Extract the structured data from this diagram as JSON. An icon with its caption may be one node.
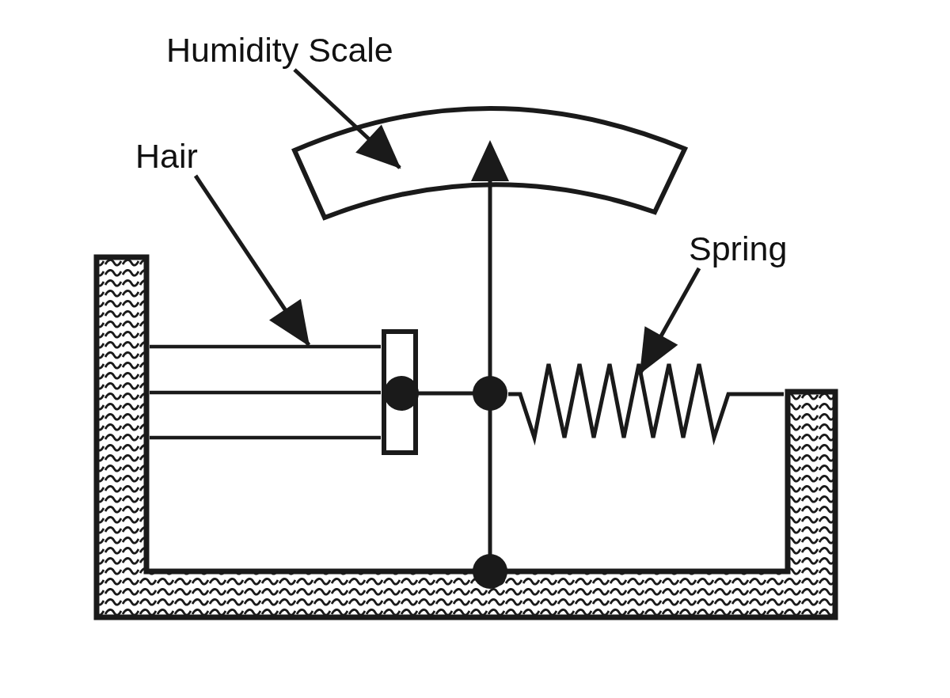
{
  "diagram": {
    "nodes": [
      {
        "text": [
          "Humidity Scale"
        ]
      },
      {
        "text": [],
        "shape": "picture"
      },
      {
        "text": [
          "Hair"
        ]
      },
      {
        "text": [],
        "shape": "picture"
      },
      {
        "text": [
          "Spring"
        ]
      },
      {
        "text": [],
        "shape": "picture"
      }
    ],
    "edges": [
      {
        "from": 0,
        "to": 1,
        "arrow": "to"
      },
      {
        "from": 2,
        "to": 3,
        "arrow": "to"
      },
      {
        "from": 4,
        "to": 5,
        "arrow": "to"
      }
    ]
  }
}
